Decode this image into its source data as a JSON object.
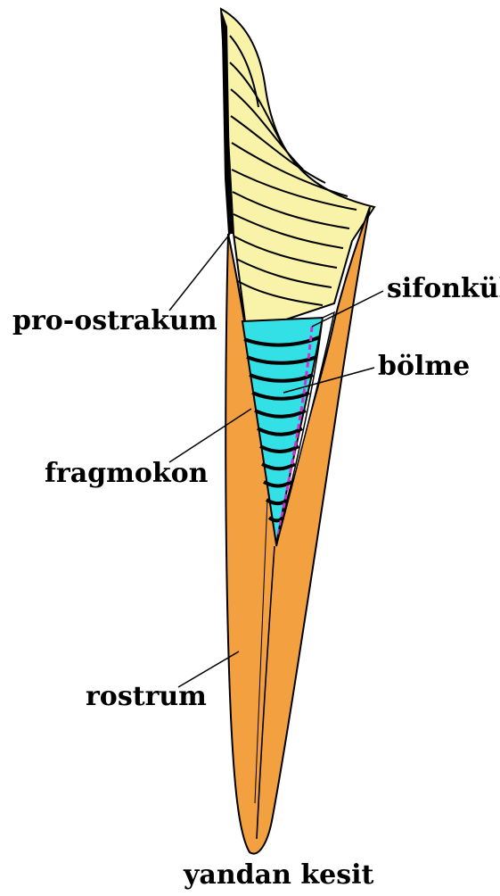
{
  "labels": {
    "pro_ostrakum": "pro-ostrakum",
    "sifonkul": "sifonkül",
    "bolme": "bölme",
    "fragmokon": "fragmokon",
    "rostrum": "rostrum"
  },
  "caption": "yandan kesit",
  "colors": {
    "pro_ostrakum_fill": "#f8f3a8",
    "rostrum_fill": "#f3a040",
    "chamber_fill": "#33e0e6",
    "siphuncle": "#cc33cc",
    "outline": "#000000"
  }
}
